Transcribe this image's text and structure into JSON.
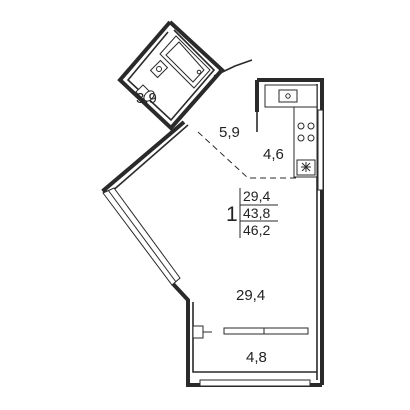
{
  "rooms": {
    "bathroom": "3,9",
    "hall": "5,9",
    "kitchen": "4,6",
    "living": "29,4",
    "balcony": "4,8"
  },
  "unit": {
    "rooms_count": "1",
    "living_area": "29,4",
    "total_area": "43,8",
    "total_with_balcony": "46,2"
  },
  "colors": {
    "wall": "#2a2a2a",
    "background": "#ffffff"
  }
}
